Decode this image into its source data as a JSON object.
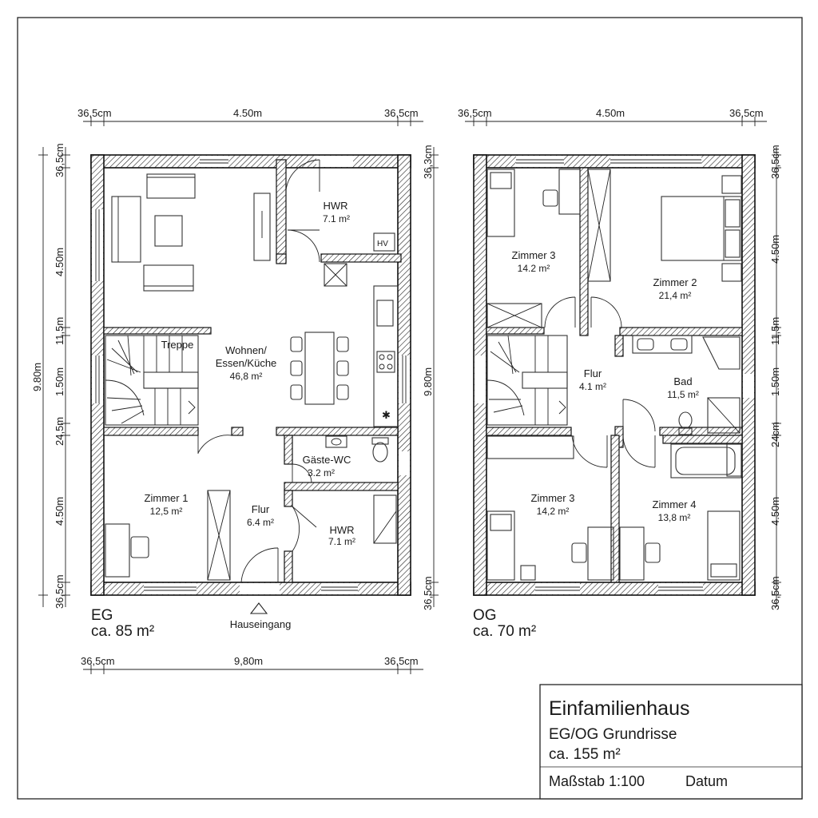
{
  "ground_floor": {
    "name": "EG",
    "area": "ca. 85 m²",
    "entrance_label": "Hauseingang",
    "dimensions": {
      "top": [
        "36,5cm",
        "4.50m",
        "36,5cm"
      ],
      "bottom": [
        "36,5cm",
        "9,80m",
        "36,5cm"
      ],
      "left": [
        "36,5cm",
        "4.50m",
        "11,5m",
        "1.50m",
        "24,5m",
        "4.50m",
        "36,5cm"
      ],
      "left_total": "9.80m",
      "right": [
        "36,3cm",
        "36,5cm"
      ],
      "right_total": "9.80m"
    },
    "rooms": {
      "living": {
        "name": "Wohnen/",
        "name2": "Essen/Küche",
        "area": "46,8 m²"
      },
      "hwr_top": {
        "name": "HWR",
        "area": "7.1 m²"
      },
      "stairs": {
        "name": "Treppe"
      },
      "guest_wc": {
        "name": "Gäste-WC",
        "area": "3.2 m²"
      },
      "room1": {
        "name": "Zimmer 1",
        "area": "12,5 m²"
      },
      "hall": {
        "name": "Flur",
        "area": "6.4 m²"
      },
      "hwr_bottom": {
        "name": "HWR",
        "area": "7.1 m²"
      },
      "hv_label": "HV"
    }
  },
  "upper_floor": {
    "name": "OG",
    "area": "ca. 70 m²",
    "dimensions": {
      "top": [
        "36,5cm",
        "4.50m",
        "36,5cm"
      ],
      "right": [
        "36,5cm",
        "4.50m",
        "11,5m",
        "1.50m",
        "24cm",
        "4.50m",
        "36,5cm"
      ]
    },
    "rooms": {
      "room3_top": {
        "name": "Zimmer 3",
        "area": "14.2 m²"
      },
      "room2": {
        "name": "Zimmer 2",
        "area": "21,4 m²"
      },
      "hall": {
        "name": "Flur",
        "area": "4.1 m²"
      },
      "bath": {
        "name": "Bad",
        "area": "11,5 m²"
      },
      "room3_bottom": {
        "name": "Zimmer 3",
        "area": "14,2 m²"
      },
      "room4": {
        "name": "Zimmer 4",
        "area": "13,8 m²"
      }
    }
  },
  "title_block": {
    "title": "Einfamilienhaus",
    "subtitle": "EG/OG Grundrisse",
    "total_area": "ca. 155 m²",
    "scale": "Maßstab 1:100",
    "date_label": "Datum"
  }
}
